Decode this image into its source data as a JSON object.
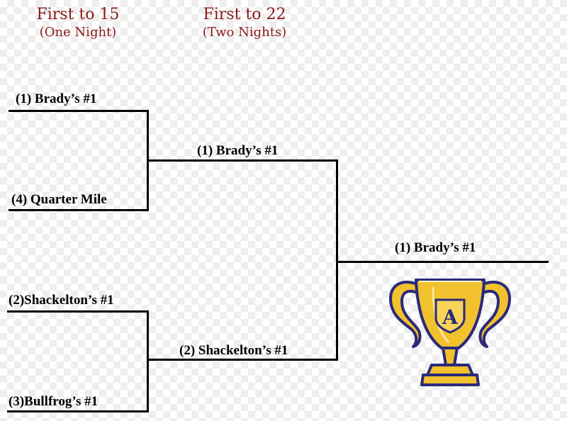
{
  "rounds": [
    {
      "title": "First to 15",
      "subtitle": "(One Night)"
    },
    {
      "title": "First to 22",
      "subtitle": "(Two Nights)"
    }
  ],
  "round1": [
    {
      "seed": "(1)",
      "name": "Brady’s #1"
    },
    {
      "seed": "(4)",
      "name": "Quarter Mile"
    },
    {
      "seed": "(2)",
      "name": "Shackelton’s #1"
    },
    {
      "seed": "(3)",
      "name": "Bullfrog’s #1"
    }
  ],
  "round2": [
    {
      "seed": "(1)",
      "name": "Brady’s #1"
    },
    {
      "seed": "(2)",
      "name": "Shackelton’s #1"
    }
  ],
  "champion": {
    "seed": "(1)",
    "name": "Brady’s #1"
  },
  "trophy": {
    "letter": "A",
    "icon": "trophy-icon",
    "gold": "#f2c12e",
    "outline": "#2a2a7a"
  },
  "colors": {
    "header": "#8b1a1a",
    "lines": "#000000"
  }
}
